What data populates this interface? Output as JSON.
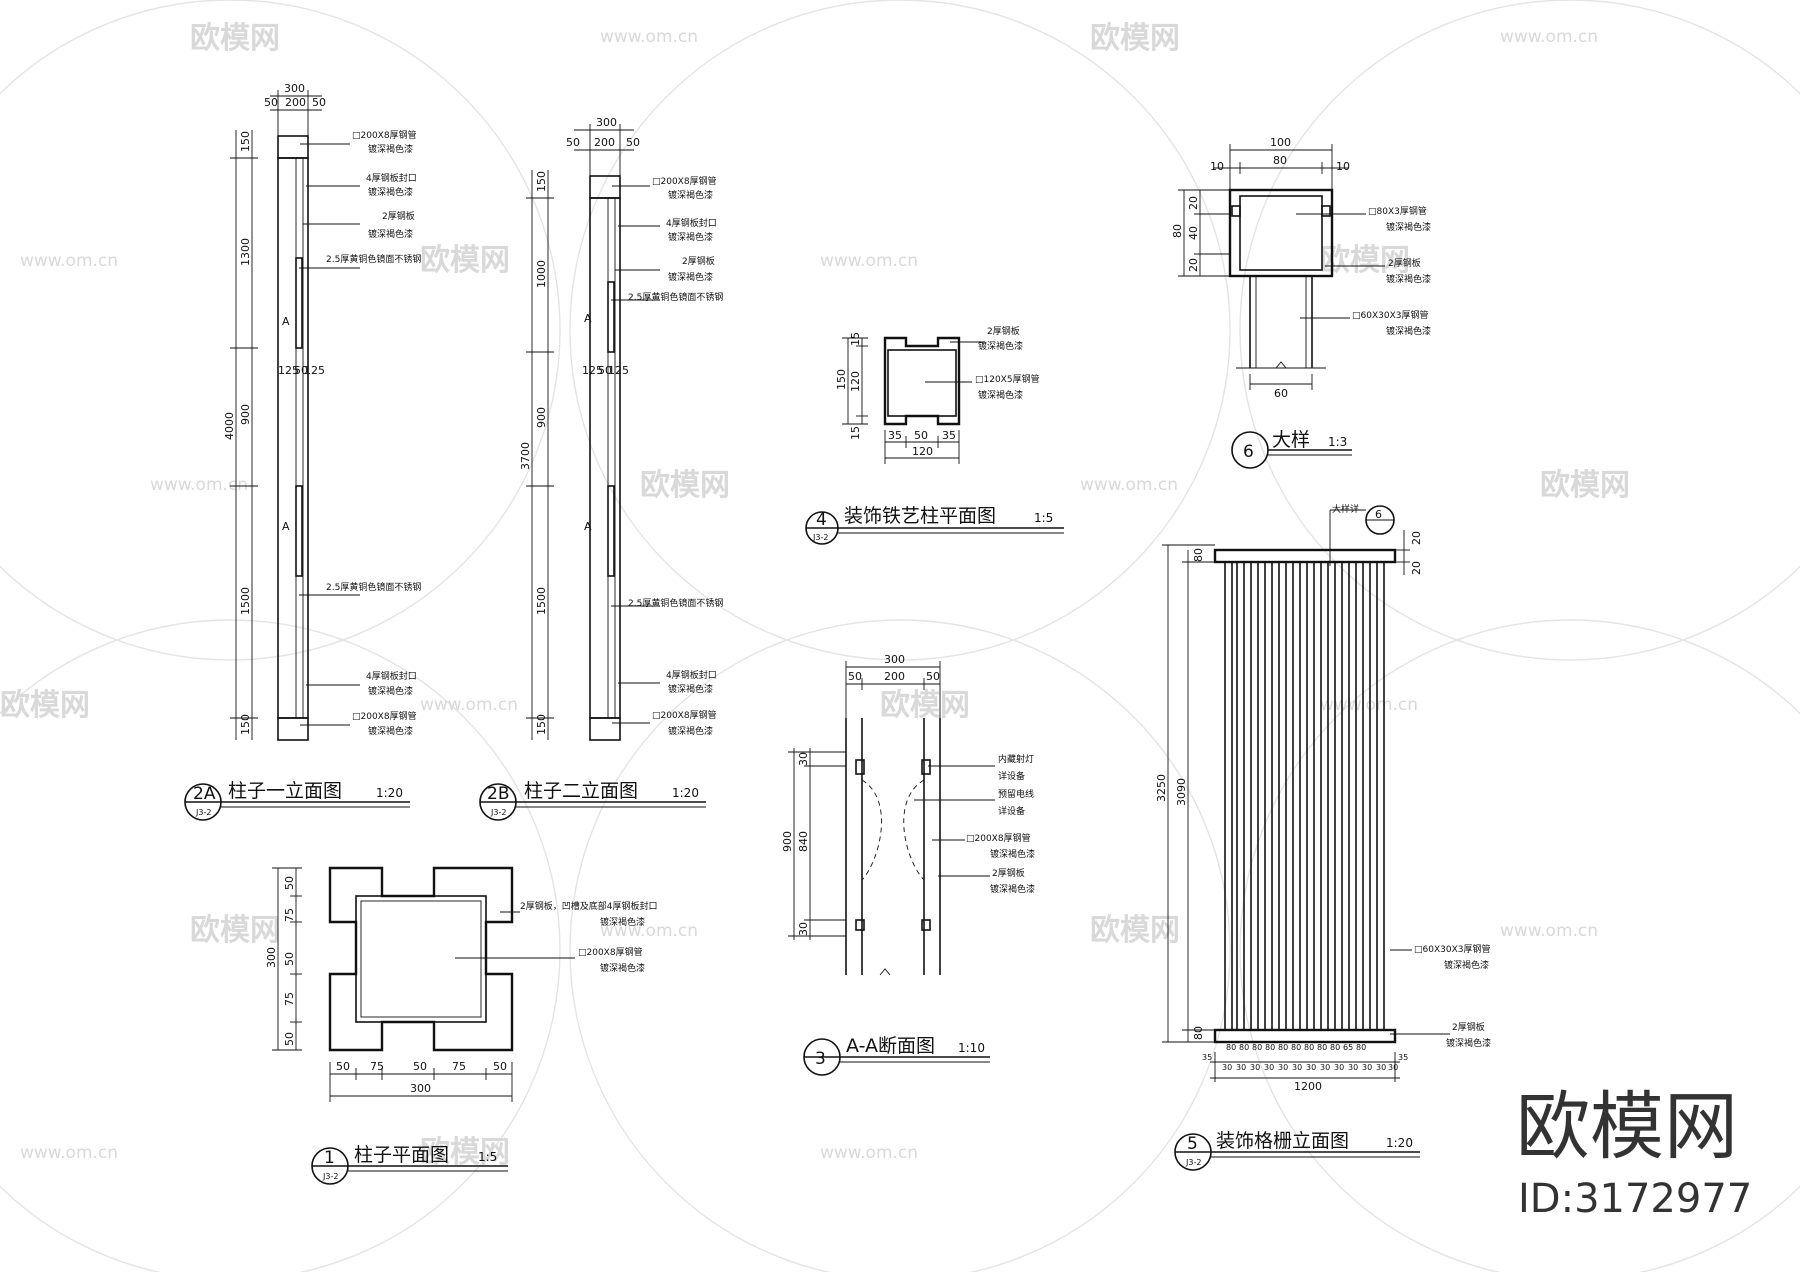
{
  "watermark": {
    "logo_text": "欧模网",
    "url_text": "www.om.cn",
    "brand_text": "欧模网",
    "id_text": "ID:3172977"
  },
  "drawings": {
    "elev_2a": {
      "badge": "2A",
      "badge_sub": "J3-2",
      "title": "柱子一立面图",
      "scale": "1:20",
      "dims": {
        "top_total": "300",
        "top_left": "50",
        "top_mid": "200",
        "top_right": "50",
        "v_total": "4000",
        "v1": "150",
        "v2": "1300",
        "v3": "900",
        "v4": "1500",
        "v5": "150",
        "mid": "125",
        "mid_c": "50",
        "mid_r": "125"
      },
      "marks": [
        "A",
        "A"
      ],
      "notes": [
        "□200X8厚钢管",
        "镀深褐色漆",
        "4厚钢板封口",
        "镀深褐色漆",
        "2厚钢板",
        "镀深褐色漆",
        "2.5厚黄铜色镜面不锈钢",
        "2.5厚黄铜色镜面不锈钢",
        "4厚钢板封口",
        "镀深褐色漆",
        "□200X8厚钢管",
        "镀深褐色漆"
      ]
    },
    "elev_2b": {
      "badge": "2B",
      "badge_sub": "J3-2",
      "title": "柱子二立面图",
      "scale": "1:20",
      "dims": {
        "top_total": "300",
        "top_left": "50",
        "top_mid": "200",
        "top_right": "50",
        "v_total": "3700",
        "v1": "150",
        "v2": "1000",
        "v3": "900",
        "v4": "1500",
        "v5": "150",
        "mid": "125",
        "mid_c": "50",
        "mid_r": "125"
      },
      "marks": [
        "A",
        "A"
      ],
      "notes": [
        "□200X8厚钢管",
        "镀深褐色漆",
        "4厚钢板封口",
        "镀深褐色漆",
        "2厚钢板",
        "镀深褐色漆",
        "2.5厚黄铜色镜面不锈钢",
        "2.5厚黄铜色镜面不锈钢",
        "4厚钢板封口",
        "镀深褐色漆",
        "□200X8厚钢管",
        "镀深褐色漆"
      ]
    },
    "plan_1": {
      "badge": "1",
      "badge_sub": "J3-2",
      "title": "柱子平面图",
      "scale": "1:5",
      "dims": {
        "h": [
          "50",
          "75",
          "50",
          "75",
          "50"
        ],
        "h_total": "300",
        "v": [
          "50",
          "75",
          "50",
          "75",
          "50"
        ],
        "v_total": "300"
      },
      "notes": [
        "2厚钢板，凹槽及底部4厚钢板封口",
        "镀深褐色漆",
        "□200X8厚钢管",
        "镀深褐色漆"
      ]
    },
    "plan_4": {
      "badge": "4",
      "badge_sub": "J3-2",
      "title": "装饰铁艺柱平面图",
      "scale": "1:5",
      "dims": {
        "h": [
          "35",
          "50",
          "35"
        ],
        "h_total": "120",
        "v": [
          "15",
          "120",
          "15"
        ],
        "v_total": "150"
      },
      "notes": [
        "2厚钢板",
        "镀深褐色漆",
        "□120X5厚钢管",
        "镀深褐色漆"
      ]
    },
    "section_3": {
      "badge": "3",
      "title": "A-A断面图",
      "scale": "1:10",
      "dims": {
        "top_total": "300",
        "top": [
          "50",
          "200",
          "50"
        ],
        "v_total": "900",
        "v": [
          "30",
          "840",
          "30"
        ]
      },
      "notes": [
        "内藏射灯",
        "详设备",
        "预留电线",
        "详设备",
        "□200X8厚钢管",
        "镀深褐色漆",
        "2厚钢板",
        "镀深褐色漆"
      ]
    },
    "detail_6": {
      "badge": "6",
      "title": "大样",
      "scale": "1:3",
      "dims": {
        "top_total": "100",
        "top_mid": "80",
        "top_left": "10",
        "top_right": "10",
        "v_total": "80",
        "v": [
          "20",
          "40",
          "20"
        ],
        "bottom": "60"
      },
      "notes": [
        "□80X3厚钢管",
        "镀深褐色漆",
        "2厚钢板",
        "镀深褐色漆",
        "□60X30X3厚钢管",
        "镀深褐色漆"
      ]
    },
    "elev_5": {
      "badge": "5",
      "badge_sub": "J3-2",
      "title": "装饰格栅立面图",
      "scale": "1:20",
      "callout": "大样详",
      "callout_ref": "6",
      "dims": {
        "v_total": "3250",
        "v_mid": "3090",
        "v_top": "80",
        "v_bot": "80",
        "right_top": "20",
        "right_top2": "20",
        "bottom_segments": [
          "35",
          "80",
          "80",
          "80",
          "80",
          "80",
          "80",
          "80",
          "80",
          "80",
          "65",
          "80",
          "35"
        ],
        "bottom_under": [
          "30",
          "30",
          "30",
          "30",
          "30",
          "30",
          "30",
          "30",
          "30",
          "30",
          "30",
          "30",
          "30"
        ],
        "bottom_total": "1200"
      },
      "notes": [
        "□60X30X3厚钢管",
        "镀深褐色漆",
        "2厚钢板",
        "镀深褐色漆"
      ]
    }
  }
}
